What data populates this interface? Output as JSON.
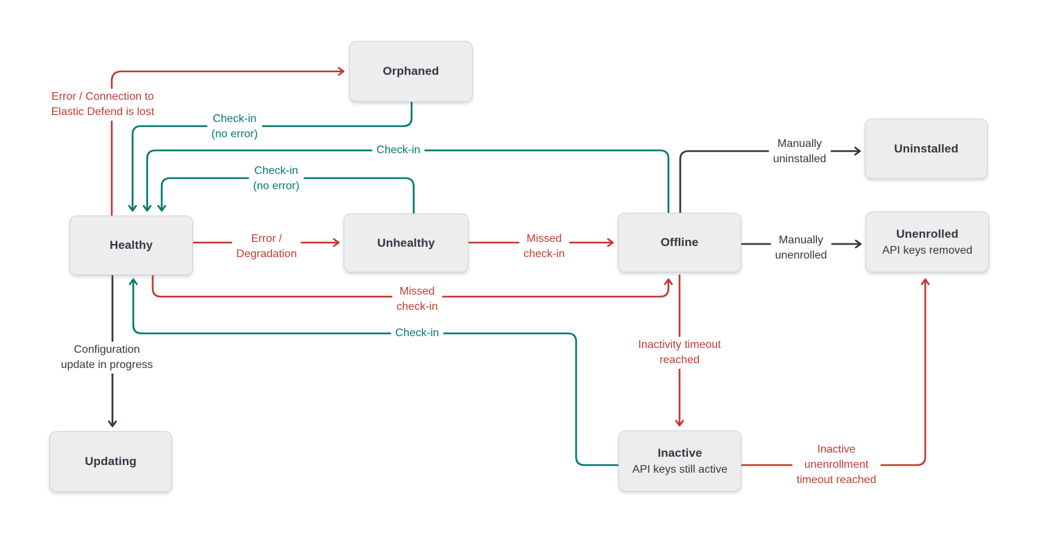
{
  "colors": {
    "red": "#c13b31",
    "teal": "#00796f",
    "dark": "#32363e",
    "boxFill": "#ededee",
    "boxBorder": "#cbd3de",
    "text": "#343741"
  },
  "nodes": {
    "orphaned": {
      "label": "Orphaned"
    },
    "uninstalled": {
      "label": "Uninstalled"
    },
    "healthy": {
      "label": "Healthy"
    },
    "unhealthy": {
      "label": "Unhealthy"
    },
    "offline": {
      "label": "Offline"
    },
    "unenrolled": {
      "label": "Unenrolled",
      "sublabel": "API keys removed"
    },
    "updating": {
      "label": "Updating"
    },
    "inactive": {
      "label": "Inactive",
      "sublabel": "API keys still active"
    }
  },
  "edges": {
    "error_connection": {
      "label": "Error / Connection to\nElastic Defend is lost",
      "color": "#c13b31",
      "from": "Healthy",
      "to": "Orphaned"
    },
    "checkin_orphaned": {
      "label": "Check-in\n(no error)",
      "color": "#00796f",
      "from": "Orphaned",
      "to": "Healthy"
    },
    "checkin_offline": {
      "label": "Check-in",
      "color": "#00796f",
      "from": "Offline",
      "to": "Healthy"
    },
    "checkin_unhealthy": {
      "label": "Check-in\n(no error)",
      "color": "#00796f",
      "from": "Unhealthy",
      "to": "Healthy"
    },
    "error_degradation": {
      "label": "Error /\nDegradation",
      "color": "#c13b31",
      "from": "Healthy",
      "to": "Unhealthy"
    },
    "missed_checkin_unhealthy": {
      "label": "Missed\ncheck-in",
      "color": "#c13b31",
      "from": "Unhealthy",
      "to": "Offline"
    },
    "manually_uninstalled": {
      "label": "Manually\nuninstalled",
      "color": "#32363e",
      "from": "Offline",
      "to": "Uninstalled"
    },
    "manually_unenrolled": {
      "label": "Manually\nunenrolled",
      "color": "#32363e",
      "from": "Offline",
      "to": "Unenrolled"
    },
    "missed_checkin_healthy": {
      "label": "Missed\ncheck-in",
      "color": "#c13b31",
      "from": "Healthy",
      "to": "Offline"
    },
    "checkin_inactive": {
      "label": "Check-in",
      "color": "#00796f",
      "from": "Inactive",
      "to": "Healthy"
    },
    "configuration_update": {
      "label": "Configuration\nupdate in progress",
      "color": "#32363e",
      "from": "Healthy",
      "to": "Updating"
    },
    "inactivity_timeout": {
      "label": "Inactivity timeout\nreached",
      "color": "#c13b31",
      "from": "Offline",
      "to": "Inactive"
    },
    "inactive_unenrollment": {
      "label": "Inactive\nunenrollment\ntimeout reached",
      "color": "#c13b31",
      "from": "Inactive",
      "to": "Unenrolled"
    }
  }
}
